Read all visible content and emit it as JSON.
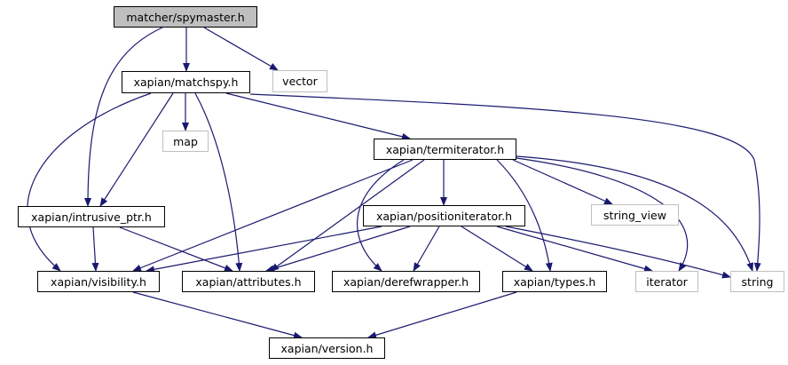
{
  "colors": {
    "edge": "#191970",
    "root_fill": "#bfbfbf",
    "external_border": "#bfbfbf"
  },
  "nodes": [
    {
      "id": "spymaster",
      "label": "matcher/spymaster.h",
      "kind": "root"
    },
    {
      "id": "vector",
      "label": "vector",
      "kind": "external"
    },
    {
      "id": "matchspy",
      "label": "xapian/matchspy.h",
      "kind": "file"
    },
    {
      "id": "map",
      "label": "map",
      "kind": "external"
    },
    {
      "id": "termiterator",
      "label": "xapian/termiterator.h",
      "kind": "file"
    },
    {
      "id": "intrusive_ptr",
      "label": "xapian/intrusive_ptr.h",
      "kind": "file"
    },
    {
      "id": "string_view",
      "label": "string_view",
      "kind": "external"
    },
    {
      "id": "positioniterator",
      "label": "xapian/positioniterator.h",
      "kind": "file"
    },
    {
      "id": "visibility",
      "label": "xapian/visibility.h",
      "kind": "file"
    },
    {
      "id": "attributes",
      "label": "xapian/attributes.h",
      "kind": "file"
    },
    {
      "id": "derefwrapper",
      "label": "xapian/derefwrapper.h",
      "kind": "file"
    },
    {
      "id": "types",
      "label": "xapian/types.h",
      "kind": "file"
    },
    {
      "id": "iterator",
      "label": "iterator",
      "kind": "external"
    },
    {
      "id": "string",
      "label": "string",
      "kind": "external"
    },
    {
      "id": "version",
      "label": "xapian/version.h",
      "kind": "file"
    }
  ],
  "edges": [
    [
      "spymaster",
      "intrusive_ptr"
    ],
    [
      "spymaster",
      "matchspy"
    ],
    [
      "spymaster",
      "vector"
    ],
    [
      "matchspy",
      "visibility"
    ],
    [
      "matchspy",
      "intrusive_ptr"
    ],
    [
      "matchspy",
      "map"
    ],
    [
      "matchspy",
      "attributes"
    ],
    [
      "matchspy",
      "termiterator"
    ],
    [
      "matchspy",
      "string"
    ],
    [
      "termiterator",
      "visibility"
    ],
    [
      "termiterator",
      "attributes"
    ],
    [
      "termiterator",
      "derefwrapper"
    ],
    [
      "termiterator",
      "positioniterator"
    ],
    [
      "termiterator",
      "types"
    ],
    [
      "termiterator",
      "string_view"
    ],
    [
      "termiterator",
      "iterator"
    ],
    [
      "termiterator",
      "string"
    ],
    [
      "intrusive_ptr",
      "visibility"
    ],
    [
      "intrusive_ptr",
      "attributes"
    ],
    [
      "positioniterator",
      "visibility"
    ],
    [
      "positioniterator",
      "attributes"
    ],
    [
      "positioniterator",
      "derefwrapper"
    ],
    [
      "positioniterator",
      "types"
    ],
    [
      "positioniterator",
      "iterator"
    ],
    [
      "positioniterator",
      "string"
    ],
    [
      "visibility",
      "version"
    ],
    [
      "types",
      "version"
    ]
  ]
}
